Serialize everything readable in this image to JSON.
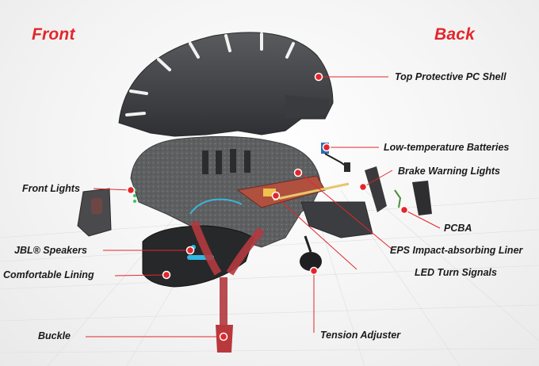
{
  "headings": {
    "front": "Front",
    "back": "Back"
  },
  "labels": {
    "top_shell": "Top Protective PC Shell",
    "batteries": "Low-temperature Batteries",
    "brake_lights": "Brake Warning Lights",
    "front_lights": "Front Lights",
    "pcba": "PCBA",
    "eps_liner": "EPS Impact-absorbing Liner",
    "jbl_speakers": "JBL® Speakers",
    "turn_signals": "LED Turn Signals",
    "lining": "Comfortable Lining",
    "buckle": "Buckle",
    "tension": "Tension Adjuster"
  },
  "colors": {
    "accent": "#e3262b",
    "shell": "#4a4b4e",
    "liner": "#6b6b6b",
    "strap": "#b8383c"
  }
}
